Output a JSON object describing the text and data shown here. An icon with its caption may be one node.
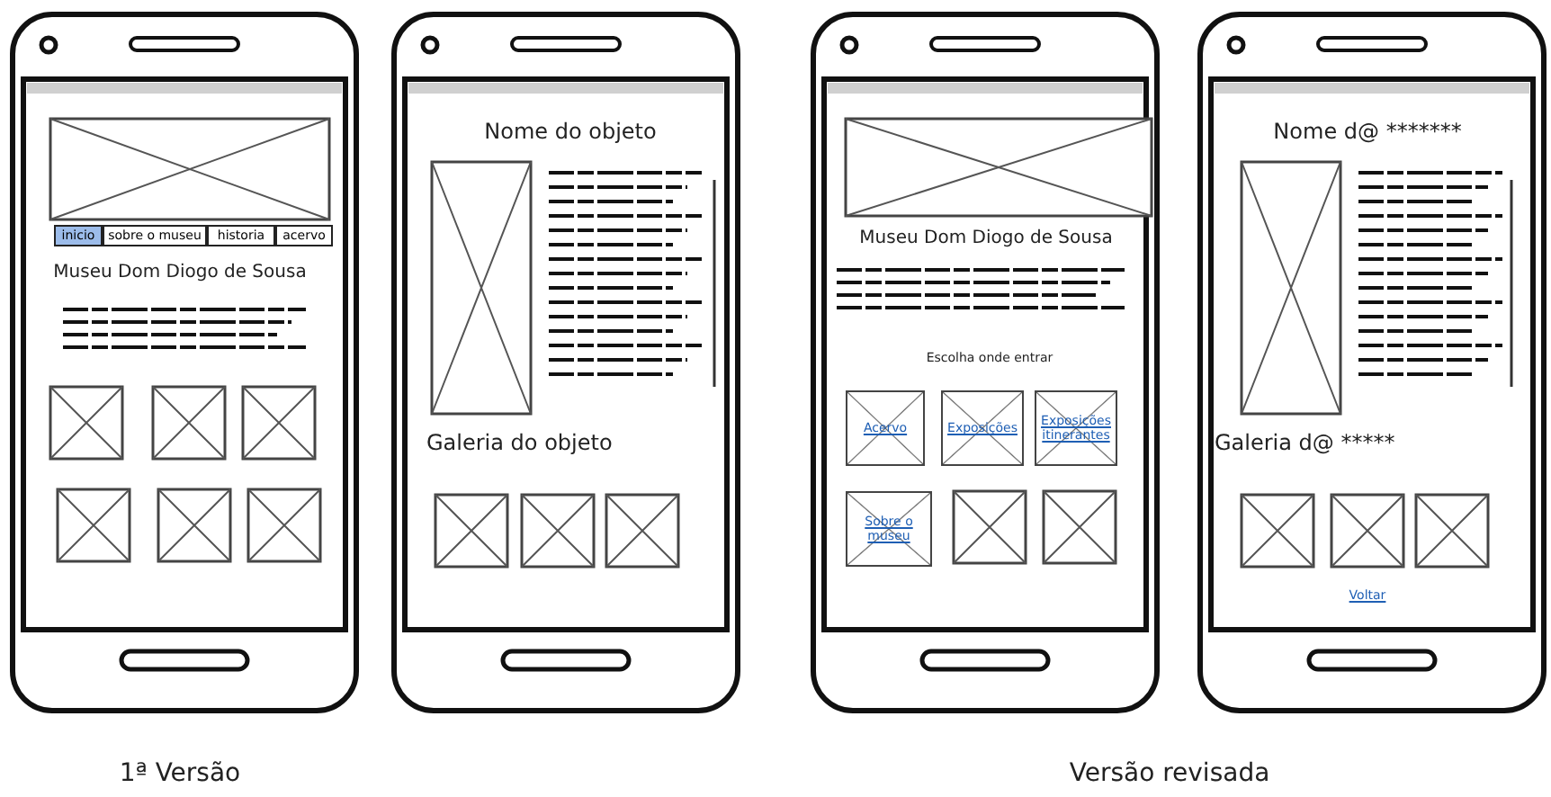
{
  "diagram": {
    "nodes": [
      {
        "text": [
          "inicio"
        ]
      },
      {
        "text": [
          "sobre o museu"
        ]
      },
      {
        "text": [
          "historia"
        ]
      },
      {
        "text": [
          "acervo"
        ]
      },
      {
        "text": [
          "Acervo"
        ]
      },
      {
        "text": [
          "Exposições"
        ]
      },
      {
        "text": [
          "Exposições itinerantes"
        ]
      },
      {
        "text": [
          "Sobre o museu"
        ]
      }
    ],
    "edges": [],
    "labels": [
      "Museu Dom Diogo de Sousa",
      "Nome do objeto",
      "Galeria do objeto",
      "Museu Dom Diogo de Sousa",
      "Escolha onde entrar",
      "Nome d@ *******",
      "Galeria d@ *****",
      "Voltar",
      "1ª Versão",
      "Versão revisada"
    ]
  }
}
